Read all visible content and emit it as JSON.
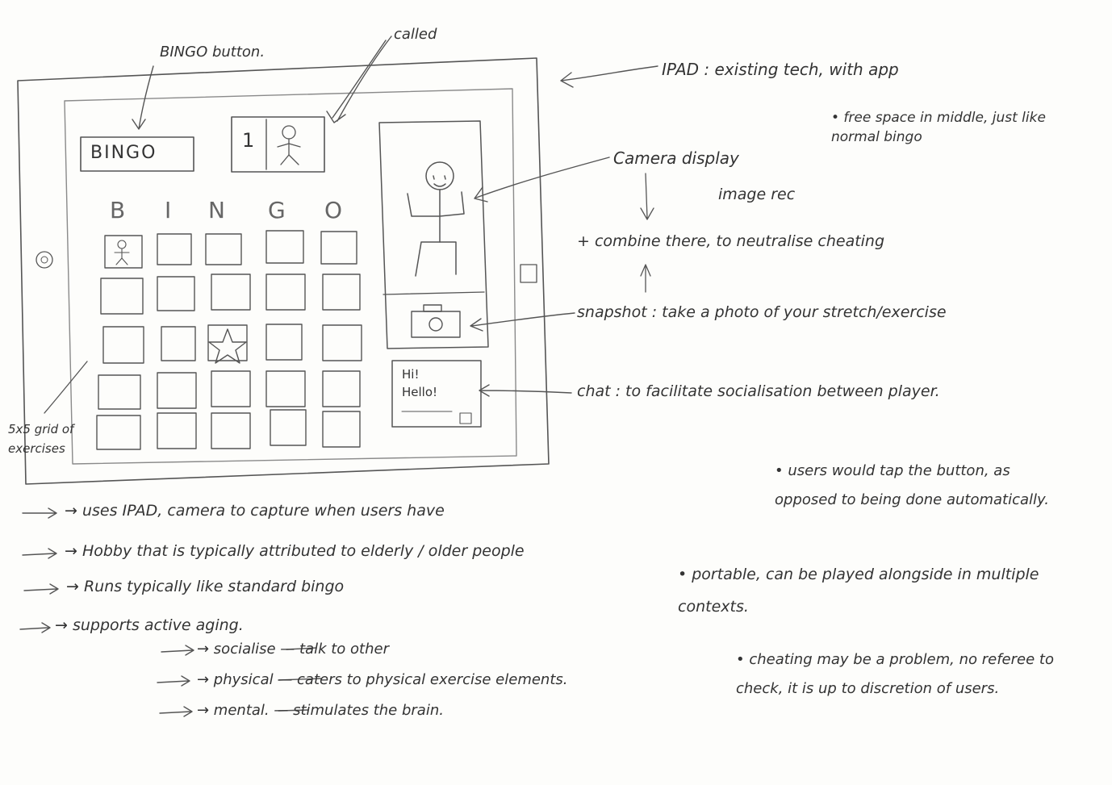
{
  "annotations": {
    "bingo_button": "BINGO button.",
    "called": "called",
    "ipad": "IPAD : existing tech, with app",
    "free_space": "• free space in middle, just like normal bingo",
    "camera_display": "Camera display",
    "image_rec": "image rec",
    "combine": "+ combine there, to neutralise cheating",
    "snapshot": "snapshot : take a photo of your stretch/exercise",
    "chat": "chat : to facilitate socialisation between player.",
    "grid": "5x5 grid of exercises"
  },
  "ipad_ui": {
    "bingo_button_label": "BINGO",
    "called_number": "1",
    "column_letters": [
      "B",
      "I",
      "N",
      "G",
      "O"
    ],
    "chat_lines": [
      "Hi!",
      "Hello!"
    ]
  },
  "notes_left": [
    "→ uses IPAD, camera to capture when users have",
    "→ Hobby that is typically attributed to elderly / older people",
    "→ Runs typically like standard bingo",
    "→ supports active aging."
  ],
  "notes_sub": [
    "→ socialise — talk to other",
    "→ physical — caters to physical exercise elements.",
    "→ mental. — stimulates the brain."
  ],
  "notes_right": [
    "• users would tap the button, as opposed to being done automatically.",
    "• portable, can be played alongside in multiple contexts.",
    "• cheating may be a problem, no referee to check, it is up to discretion of users."
  ]
}
